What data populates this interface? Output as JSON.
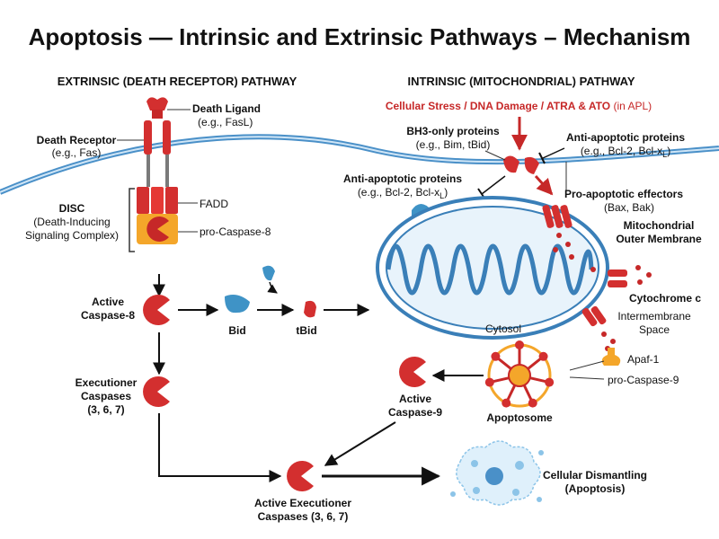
{
  "title": "Apoptosis — Intrinsic and Extrinsic Pathways – Mechanism",
  "headers": {
    "extrinsic": "EXTRINSIC (DEATH RECEPTOR) PATHWAY",
    "intrinsic": "INTRINSIC (MITOCHONDRIAL) PATHWAY"
  },
  "extrinsic": {
    "death_ligand": {
      "name": "Death Ligand",
      "example": "(e.g., FasL)"
    },
    "death_receptor": {
      "name": "Death Receptor",
      "example": "(e.g., Fas)"
    },
    "disc": {
      "name": "DISC",
      "line1": "(Death-Inducing",
      "line2": "Signaling Complex)"
    },
    "fadd": "FADD",
    "pro_caspase8": "pro-Caspase-8",
    "active_caspase8": {
      "line1": "Active",
      "line2": "Caspase-8"
    },
    "bid": "Bid",
    "tbid": "tBid",
    "executioner": {
      "line1": "Executioner",
      "line2": "Caspases",
      "line3": "(3, 6, 7)"
    }
  },
  "intrinsic": {
    "stress": {
      "main": "Cellular Stress / DNA Damage / ATRA & ATO",
      "suffix": " (in APL)"
    },
    "bh3": {
      "name": "BH3-only proteins",
      "example": "(e.g., Bim, tBid)"
    },
    "anti_right": {
      "name": "Anti-apoptotic proteins",
      "example": "(e.g., Bcl-2, Bcl-x",
      "sub": "L",
      "close": ")"
    },
    "anti_left": {
      "name": "Anti-apoptotic proteins",
      "example": "(e.g., Bcl-2, Bcl-x",
      "sub": "L",
      "close": ")"
    },
    "pro_effectors": {
      "name": "Pro-apoptotic effectors",
      "example": "(Bax, Bak)"
    },
    "mito_membrane": {
      "line1": "Mitochondrial",
      "line2": "Outer Membrane"
    },
    "cytochrome_c": "Cytochrome c",
    "intermembrane": {
      "line1": "Intermembrane",
      "line2": "Space"
    },
    "cytosol": "Cytosol",
    "apaf1": "Apaf-1",
    "pro_caspase9": "pro-Caspase-9",
    "apoptosome": "Apoptosome",
    "active_caspase9": {
      "line1": "Active",
      "line2": "Caspase-9"
    }
  },
  "final": {
    "active_exec": {
      "line1": "Active Executioner",
      "line2": "Caspases (3, 6, 7)"
    },
    "dismantling": {
      "line1": "Cellular Dismantling",
      "line2": "(Apoptosis)"
    }
  },
  "colors": {
    "caspase_red": "#d32f2f",
    "membrane_blue": "#4a90c8",
    "protein_blue": "#3f93c6",
    "disc_orange": "#f4a62a",
    "stress_red": "#c62828"
  }
}
